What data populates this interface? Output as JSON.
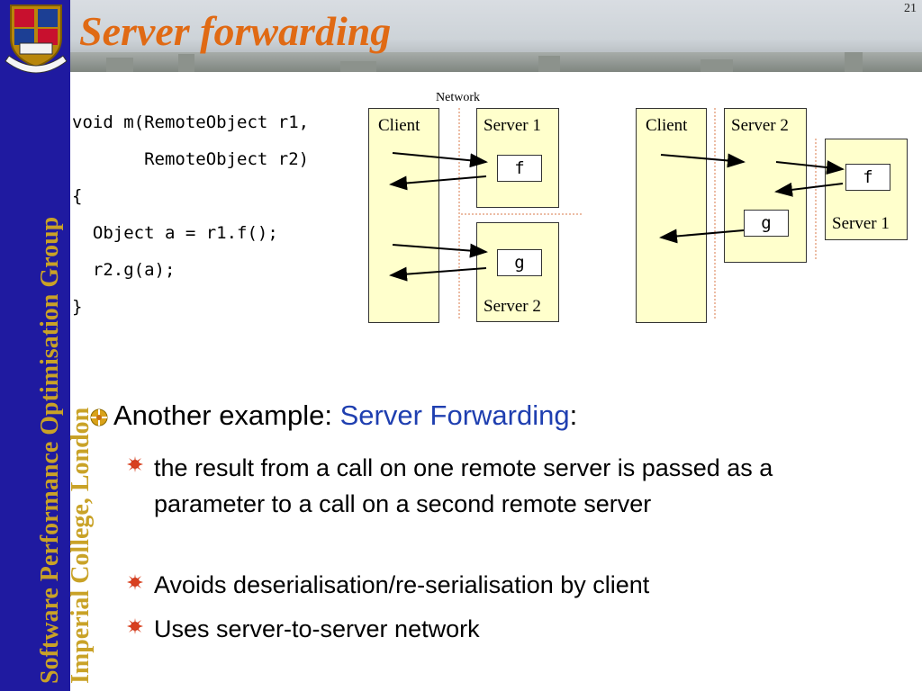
{
  "slide": {
    "page_number": "21",
    "title": "Server forwarding"
  },
  "sidebar": {
    "line1": "Software Performance Optimisation Group",
    "line2": "Imperial College, London"
  },
  "code": {
    "lines": [
      "void m(RemoteObject r1,",
      "       RemoteObject r2)",
      "{",
      "  Object a = r1.f();",
      "  r2.g(a);",
      "}"
    ]
  },
  "diagram": {
    "network_label": "Network",
    "left": {
      "client": "Client",
      "server1": "Server 1",
      "server2": "Server 2",
      "method_f": "f",
      "method_g": "g"
    },
    "right": {
      "client": "Client",
      "server2": "Server 2",
      "server1": "Server 1",
      "method_f": "f",
      "method_g": "g"
    }
  },
  "bullets": {
    "main_prefix": "Another example: ",
    "main_highlight": "Server Forwarding",
    "main_suffix": ":",
    "sub": [
      "the result from a call on one remote server is passed as a parameter to a call on a second remote server",
      "Avoids deserialisation/re-serialisation by client",
      "Uses server-to-server network"
    ]
  },
  "colors": {
    "sidebar": "#1f1aa0",
    "sidebar_text": "#c9a227",
    "title": "#e06a14",
    "highlight": "#1f3fb0",
    "box_fill": "#ffffcc",
    "network_dots": "#d97a4a"
  }
}
